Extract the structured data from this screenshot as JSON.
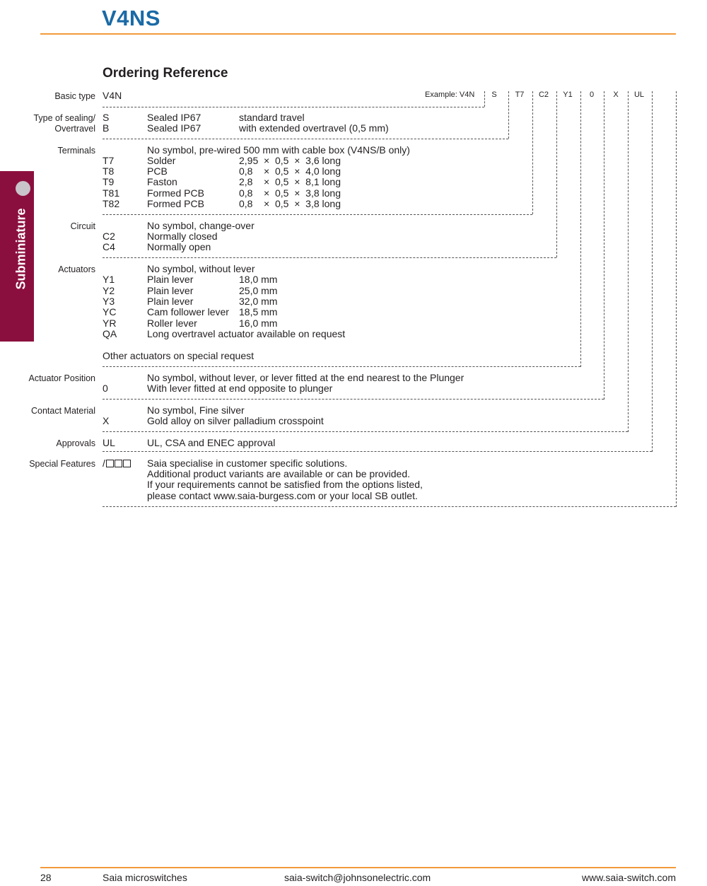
{
  "header": {
    "title": "V4NS"
  },
  "side_tab": {
    "label": "Subminiature"
  },
  "section_title": "Ordering Reference",
  "example": {
    "label": "Example: V4N",
    "codes": [
      "S",
      "T7",
      "C2",
      "Y1",
      "0",
      "X",
      "UL"
    ]
  },
  "basic_type": {
    "label": "Basic type",
    "code": "V4N"
  },
  "sealing": {
    "label_line1": "Type of sealing/",
    "label_line2": "Overtravel",
    "rows": [
      {
        "code": "S",
        "name": "Sealed IP67",
        "desc": "standard travel"
      },
      {
        "code": "B",
        "name": "Sealed IP67",
        "desc": "with extended overtravel (0,5 mm)"
      }
    ]
  },
  "terminals": {
    "label": "Terminals",
    "default": "No symbol, pre-wired 500 mm with cable box (V4NS/B only)",
    "rows": [
      {
        "code": "T7",
        "name": "Solder",
        "desc": "2,95  ×  0,5  ×  3,6 long"
      },
      {
        "code": "T8",
        "name": "PCB",
        "desc": "0,8    ×  0,5  ×  4,0 long"
      },
      {
        "code": "T9",
        "name": "Faston",
        "desc": "2,8    ×  0,5  ×  8,1 long"
      },
      {
        "code": "T81",
        "name": "Formed PCB",
        "desc": "0,8    ×  0,5  ×  3,8 long"
      },
      {
        "code": "T82",
        "name": "Formed PCB",
        "desc": "0,8    ×  0,5  ×  3,8 long"
      }
    ]
  },
  "circuit": {
    "label": "Circuit",
    "default": "No symbol, change-over",
    "rows": [
      {
        "code": "C2",
        "name": "Normally closed"
      },
      {
        "code": "C4",
        "name": "Normally open"
      }
    ]
  },
  "actuators": {
    "label": "Actuators",
    "default": "No symbol, without lever",
    "rows": [
      {
        "code": "Y1",
        "name": "Plain lever",
        "desc": "18,0 mm"
      },
      {
        "code": "Y2",
        "name": "Plain lever",
        "desc": "25,0 mm"
      },
      {
        "code": "Y3",
        "name": "Plain lever",
        "desc": "32,0 mm"
      },
      {
        "code": "YC",
        "name": "Cam follower lever",
        "desc": "18,5 mm"
      },
      {
        "code": "YR",
        "name": "Roller lever",
        "desc": "16,0 mm"
      },
      {
        "code": "QA",
        "name": "Long overtravel actuator available on request"
      }
    ],
    "note": "Other actuators on special request"
  },
  "actuator_position": {
    "label": "Actuator Position",
    "default": "No symbol, without lever, or lever fitted at the end nearest to the Plunger",
    "rows": [
      {
        "code": "0",
        "name": "With lever fitted at end opposite to plunger"
      }
    ]
  },
  "contact_material": {
    "label": "Contact Material",
    "default": "No symbol, Fine silver",
    "rows": [
      {
        "code": "X",
        "name": "Gold alloy on silver palladium crosspoint"
      }
    ]
  },
  "approvals": {
    "label": "Approvals",
    "rows": [
      {
        "code": "UL",
        "name": "UL, CSA and ENEC approval"
      }
    ]
  },
  "special_features": {
    "label": "Special Features",
    "code_prefix": "/",
    "lines": [
      "Saia specialise in customer specific solutions.",
      "Additional product variants are available or can be provided.",
      "If your requirements cannot be satisfied from the options listed,",
      "please contact www.saia-burgess.com or your local SB outlet."
    ]
  },
  "footer": {
    "page_number": "28",
    "brand": "Saia microswitches",
    "email": "saia-switch@johnsonelectric.com",
    "website": "www.saia-switch.com"
  },
  "colors": {
    "title": "#1a6aa6",
    "accent_rule": "#f39a3b",
    "side_tab": "#8b0f3e",
    "side_dot": "#c9c3ca"
  }
}
